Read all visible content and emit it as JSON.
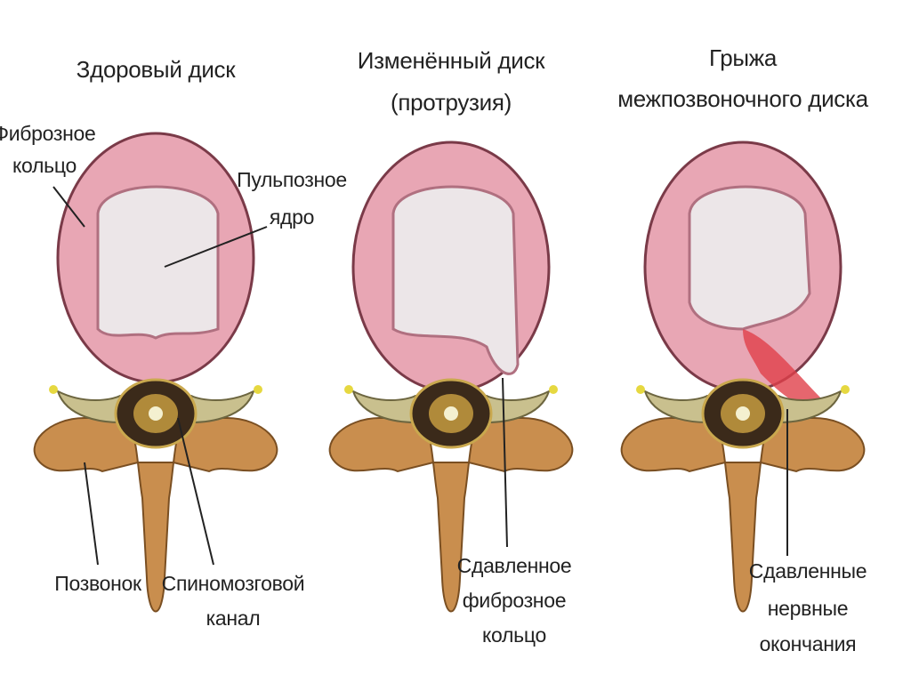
{
  "panels": [
    {
      "title_lines": [
        "Здоровый диск"
      ]
    },
    {
      "title_lines": [
        "Изменённый диск",
        "(протрузия)"
      ]
    },
    {
      "title_lines": [
        "Грыжа",
        "межпозвоночного диска"
      ]
    }
  ],
  "labels": {
    "annulus": [
      "Фиброзное",
      "кольцо"
    ],
    "nucleus": [
      "Пульпозное",
      "ядро"
    ],
    "vertebra": "Позвонок",
    "spinal_canal": [
      "Спиномозговой",
      "канал"
    ],
    "compressed_annulus": [
      "Сдавленное",
      "фиброзное",
      "кольцо"
    ],
    "compressed_nerves": [
      "Сдавленные",
      "нервные",
      "окончания"
    ]
  },
  "colors": {
    "annulus": "#e8a6b4",
    "nucleus": "#ece6e8",
    "bone": "#c98e4e",
    "herniation": "#e0404a"
  }
}
